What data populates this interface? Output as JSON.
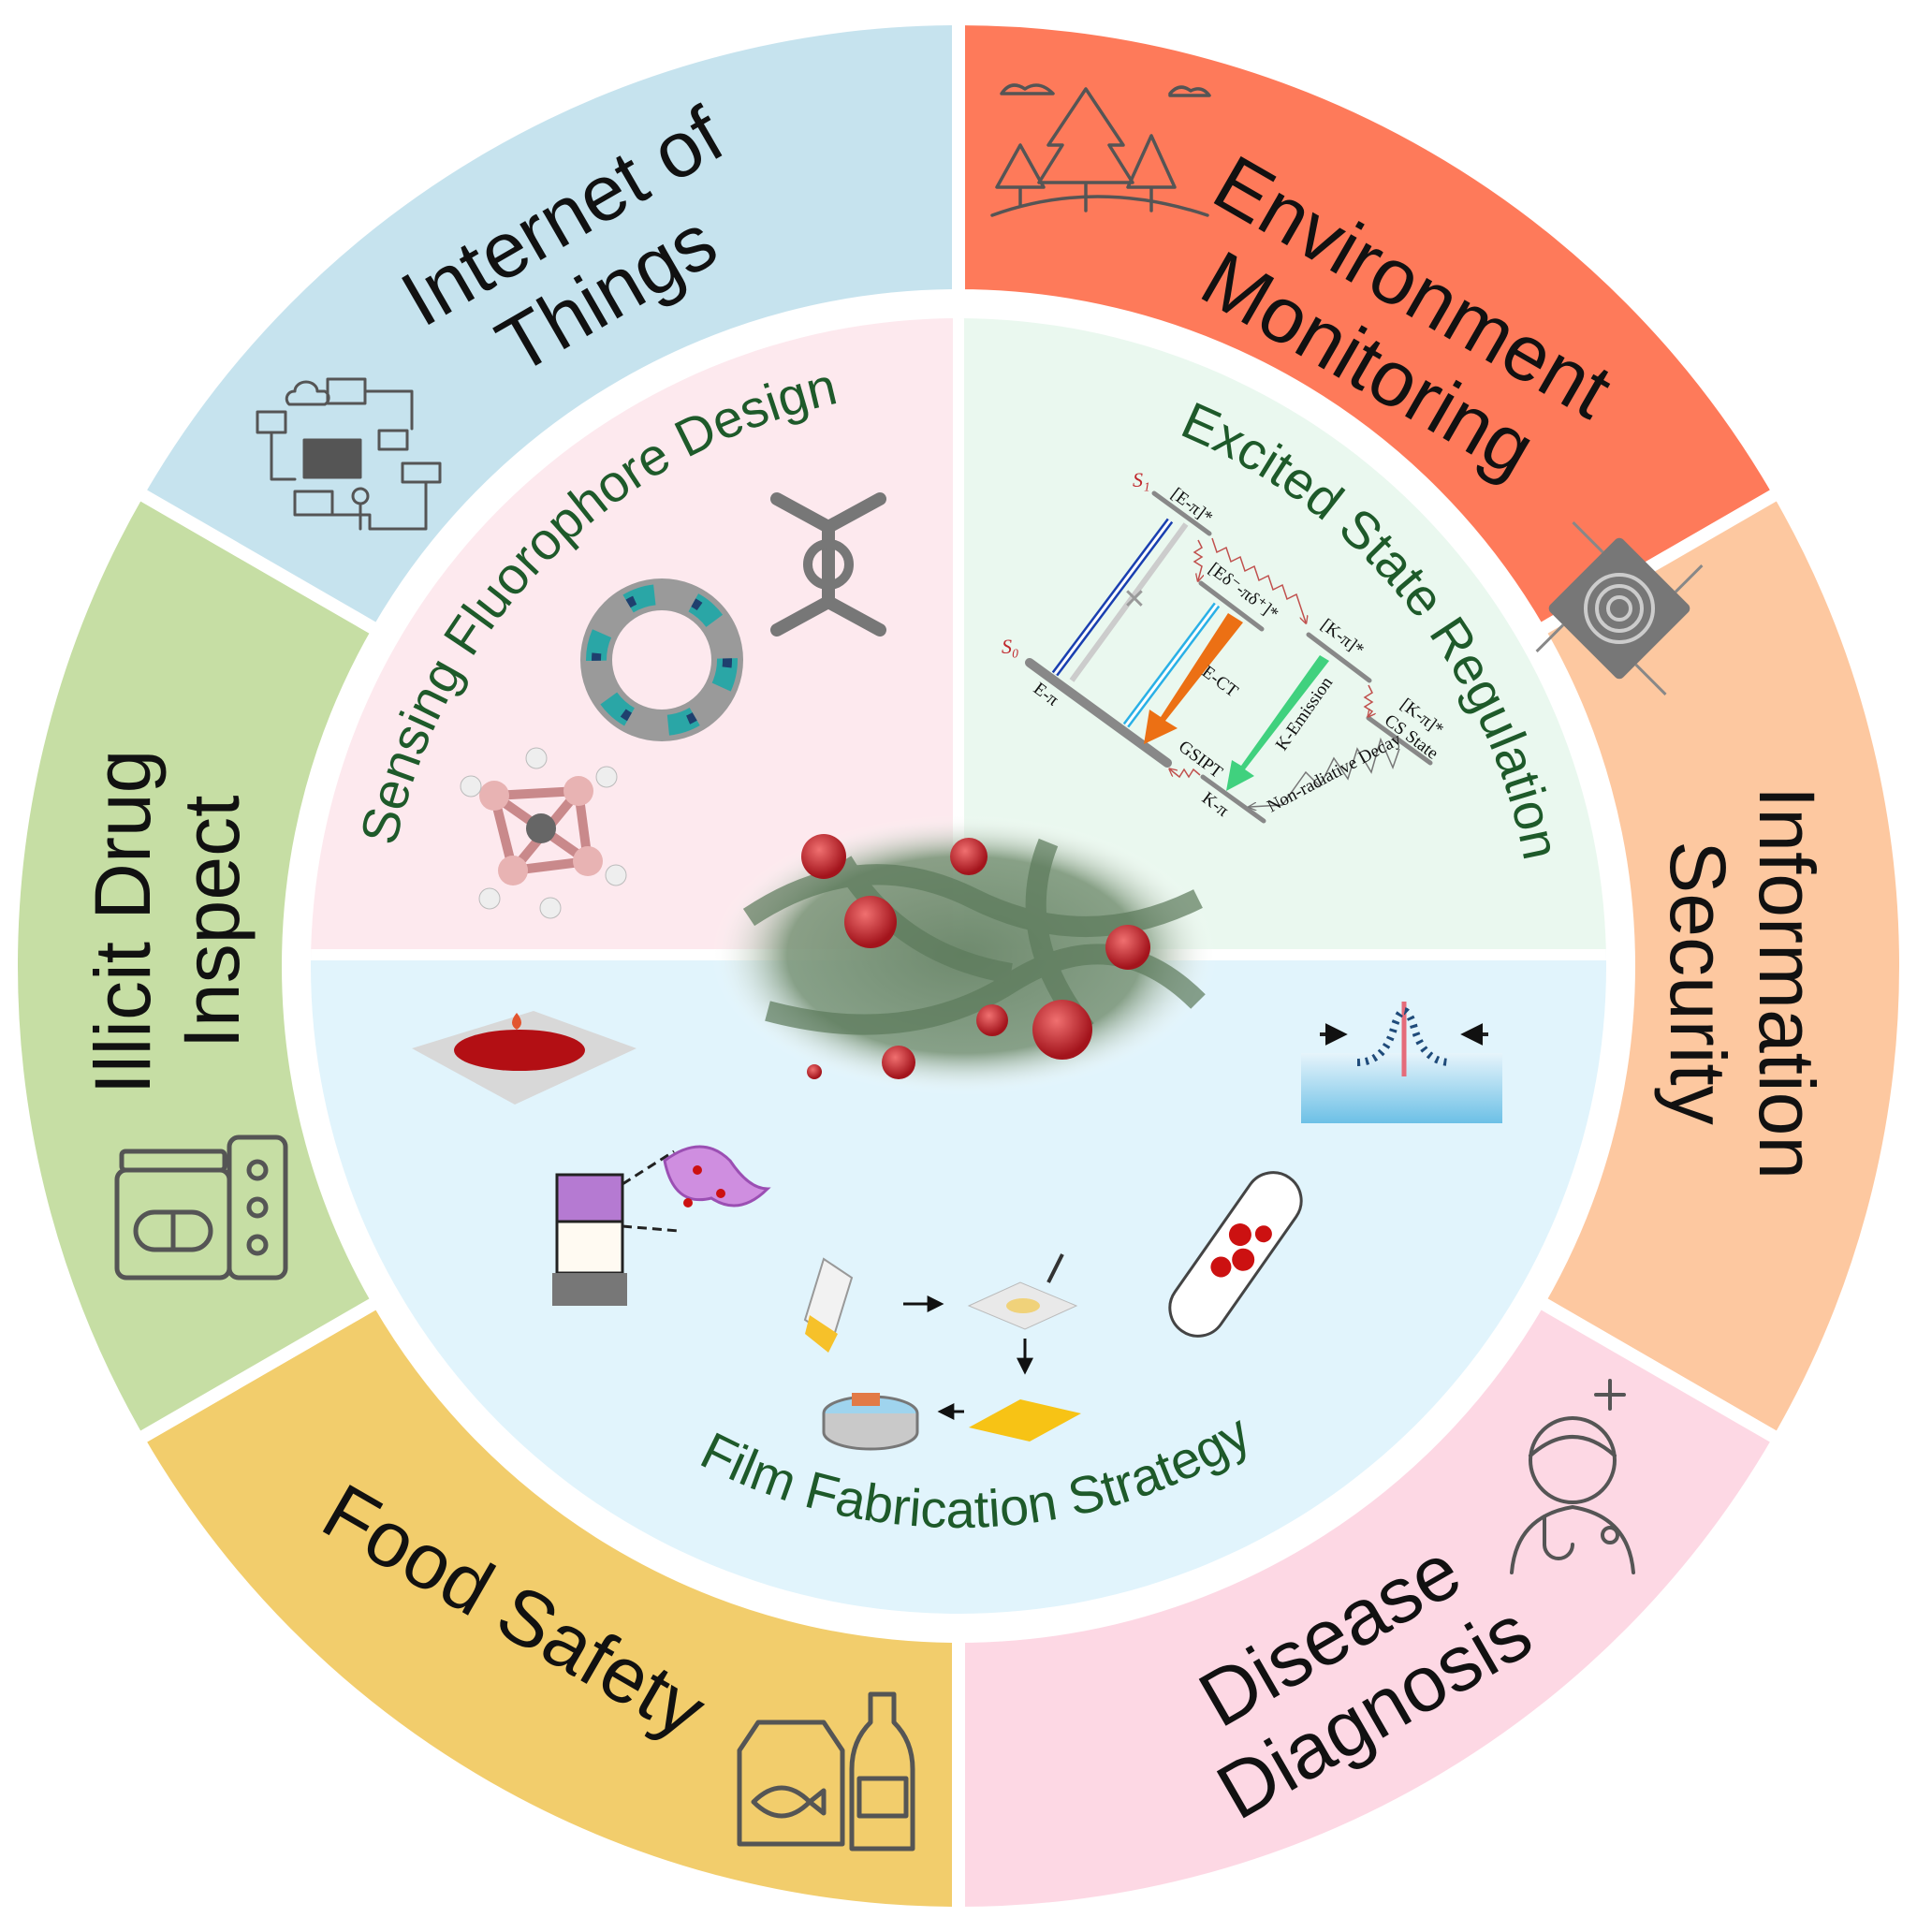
{
  "outer_ring": [
    {
      "id": "iot",
      "lines": [
        "Internet of",
        "Things"
      ],
      "color": "#c6e3ee",
      "icon": "iot-network-icon"
    },
    {
      "id": "environment",
      "lines": [
        "Environment",
        "Monitoring"
      ],
      "color": "#fe7a5a",
      "icon": "forest-icon"
    },
    {
      "id": "security",
      "lines": [
        "Information",
        "Security"
      ],
      "color": "#fdc8a0",
      "icon": "fingerprint-chip-icon"
    },
    {
      "id": "disease",
      "lines": [
        "Disease",
        "Diagnosis"
      ],
      "color": "#fdd8e4",
      "icon": "doctor-icon"
    },
    {
      "id": "food",
      "lines": [
        "Food Safety"
      ],
      "color": "#f2cd6c",
      "icon": "food-bag-bottle-icon"
    },
    {
      "id": "drug",
      "lines": [
        "Illicit Drug",
        "Inspect"
      ],
      "color": "#c6dea4",
      "icon": "drug-jar-pills-icon"
    }
  ],
  "inner": {
    "sensing": {
      "label": "Sensing Fluorophore Design",
      "color": "#fde9ee"
    },
    "excited": {
      "label": "Excited State Regulation",
      "color": "#eaf8ef"
    },
    "film": {
      "label": "Film Fabrication Strategy",
      "color": "#e1f4fc"
    }
  },
  "energy_diagram": {
    "s1": "S₁",
    "s0": "S₀",
    "e_pi_star": "[E-π]*",
    "ct_state": "[Eδ⁻-πδ⁺]*",
    "k_pi_star": "[K-π]*",
    "k_pi_cs_1": "[K-π]*",
    "k_pi_cs_2": "CS State",
    "e_pi": "E-π",
    "k_pi": "K-π",
    "e_ct": "E-CT",
    "k_emission": "K-Emission",
    "gsipt": "GSIPT",
    "nonrad": "Non-radiative Decay"
  }
}
